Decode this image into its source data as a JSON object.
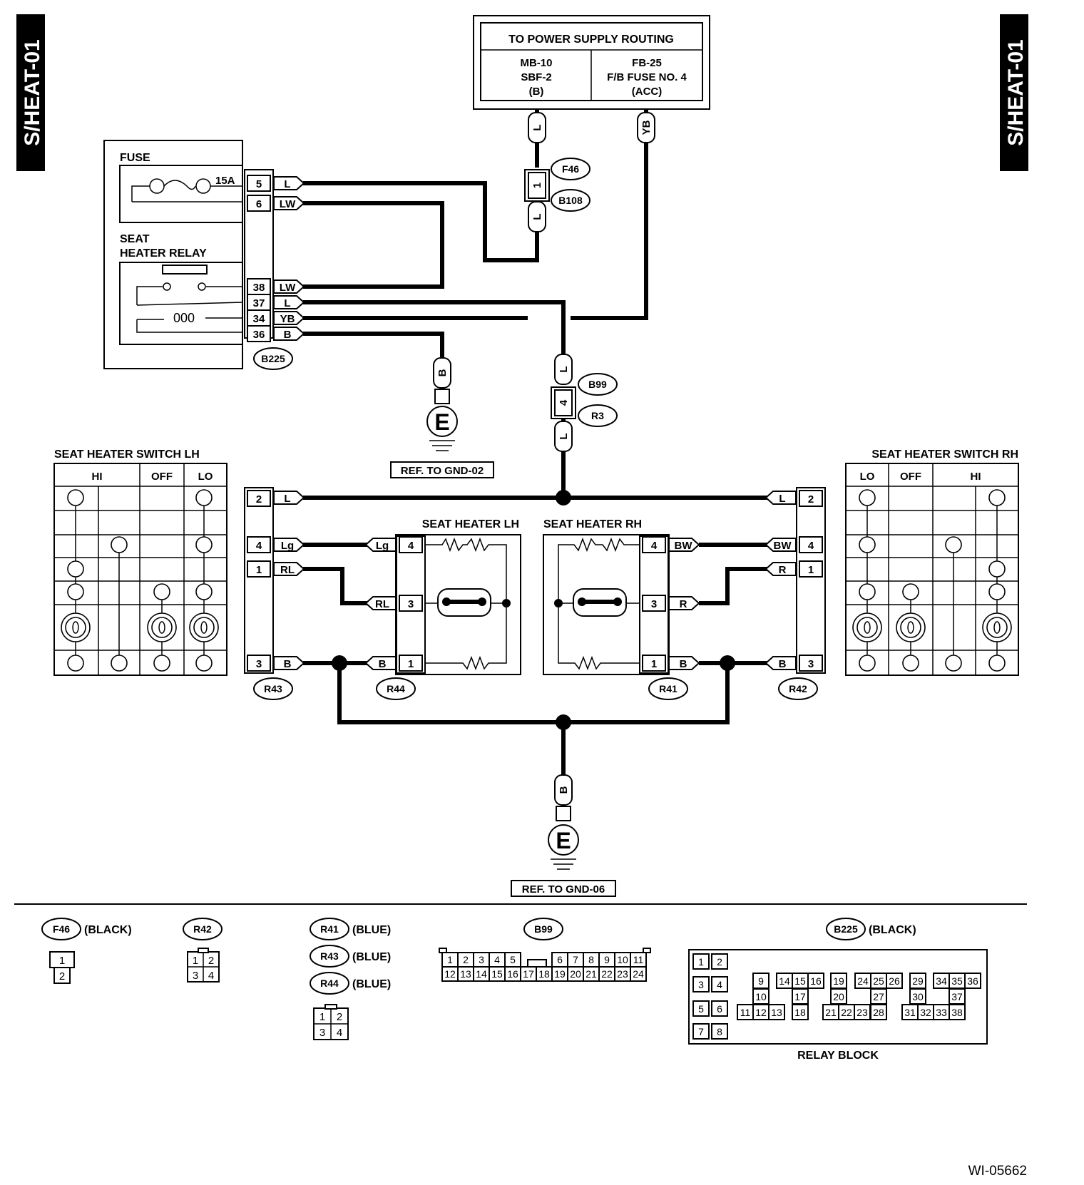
{
  "side_tab": "S/HEAT-01",
  "power": {
    "title": "TO POWER SUPPLY ROUTING",
    "left": [
      "MB-10",
      "SBF-2",
      "(B)"
    ],
    "right": [
      "FB-25",
      "F/B FUSE NO. 4",
      "(ACC)"
    ]
  },
  "relay_block": {
    "fuse_label": "FUSE",
    "fuse_rating": "15A",
    "relay_label_1": "SEAT",
    "relay_label_2": "HEATER RELAY",
    "connector": "B225",
    "pins": [
      {
        "pin": "5",
        "wire": "L"
      },
      {
        "pin": "6",
        "wire": "LW"
      },
      {
        "pin": "38",
        "wire": "LW"
      },
      {
        "pin": "37",
        "wire": "L"
      },
      {
        "pin": "34",
        "wire": "YB"
      },
      {
        "pin": "36",
        "wire": "B"
      }
    ],
    "coil_text": "000"
  },
  "wires": {
    "l": "L",
    "yb": "YB",
    "b": "B",
    "f46_pin": "1",
    "b99_pin": "4"
  },
  "connectors": {
    "f46": "F46",
    "b108": "B108",
    "b99": "B99",
    "r3": "R3",
    "r41": "R41",
    "r42": "R42",
    "r43": "R43",
    "r44": "R44"
  },
  "grounds": {
    "symbol": "E",
    "ref1": "REF. TO GND-02",
    "ref2": "REF. TO GND-06"
  },
  "switch_lh": {
    "title": "SEAT HEATER SWITCH LH",
    "columns": [
      "HI",
      "OFF",
      "LO"
    ],
    "pins": [
      {
        "pin": "2",
        "wire": "L"
      },
      {
        "pin": "4",
        "wire": "Lg"
      },
      {
        "pin": "1",
        "wire": "RL"
      },
      {
        "pin": "3",
        "wire": "B"
      }
    ]
  },
  "switch_rh": {
    "title": "SEAT HEATER SWITCH RH",
    "columns": [
      "LO",
      "OFF",
      "HI"
    ],
    "pins": [
      {
        "pin": "2",
        "wire": "L"
      },
      {
        "pin": "4",
        "wire": "BW"
      },
      {
        "pin": "1",
        "wire": "R"
      },
      {
        "pin": "3",
        "wire": "B"
      }
    ]
  },
  "heater_lh": {
    "title": "SEAT HEATER LH",
    "pins": [
      {
        "pin": "4",
        "wire": "Lg"
      },
      {
        "pin": "3",
        "wire": "RL"
      },
      {
        "pin": "1",
        "wire": "B"
      }
    ]
  },
  "heater_rh": {
    "title": "SEAT HEATER RH",
    "pins": [
      {
        "pin": "4",
        "wire": "BW"
      },
      {
        "pin": "3",
        "wire": "R"
      },
      {
        "pin": "1",
        "wire": "B"
      }
    ]
  },
  "legend": {
    "black": "(BLACK)",
    "blue": "(BLUE)",
    "f46_pins": [
      "1",
      "2"
    ],
    "r42_pins": [
      "1",
      "2",
      "3",
      "4"
    ],
    "r4x_pins": [
      "1",
      "2",
      "3",
      "4"
    ],
    "b99_top": [
      "1",
      "2",
      "3",
      "4",
      "5",
      "6",
      "7",
      "8",
      "9",
      "10",
      "11"
    ],
    "b99_bottom": [
      "12",
      "13",
      "14",
      "15",
      "16",
      "17",
      "18",
      "19",
      "20",
      "21",
      "22",
      "23",
      "24"
    ],
    "b225_left": [
      "1",
      "2",
      "3",
      "4",
      "5",
      "6",
      "7",
      "8"
    ],
    "b225_row1": [
      "9",
      "14",
      "15",
      "16",
      "19",
      "24",
      "25",
      "26",
      "29",
      "34",
      "35",
      "36"
    ],
    "b225_row2": [
      "10",
      "17",
      "20",
      "27",
      "30",
      "37"
    ],
    "b225_row3": [
      "11",
      "12",
      "13",
      "18",
      "21",
      "22",
      "23",
      "28",
      "31",
      "32",
      "33",
      "38"
    ],
    "relay_block_label": "RELAY BLOCK"
  },
  "doc_id": "WI-05662"
}
